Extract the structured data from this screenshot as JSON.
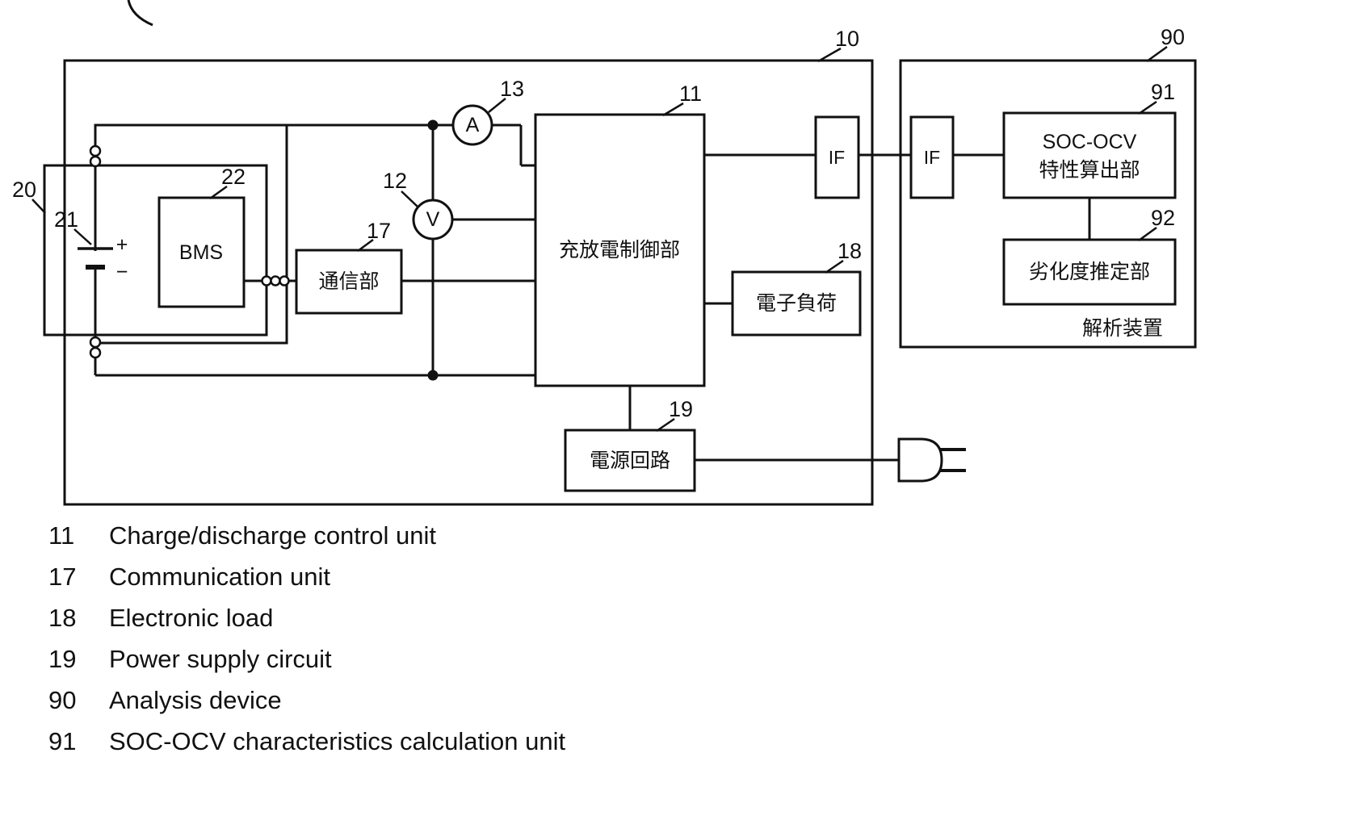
{
  "figure": {
    "refs": {
      "system": "10",
      "analysis_device": "90",
      "pack": "20",
      "battery": "21",
      "bms": "22",
      "comm": "17",
      "control": "11",
      "voltmeter": "12",
      "ammeter": "13",
      "load": "18",
      "power": "19",
      "soc_ocv": "91",
      "degradation": "92"
    },
    "labels": {
      "bms": "BMS",
      "comm": "通信部",
      "control": "充放電制御部",
      "load": "電子負荷",
      "power": "電源回路",
      "if_left": "IF",
      "if_right": "IF",
      "soc_ocv_line1": "SOC-OCV",
      "soc_ocv_line2": "特性算出部",
      "degradation": "劣化度推定部",
      "analysis_device": "解析装置",
      "ammeter": "A",
      "voltmeter": "V",
      "plus": "+",
      "minus": "−"
    }
  },
  "legend": {
    "items": [
      {
        "num": "11",
        "text": "Charge/discharge control unit"
      },
      {
        "num": "17",
        "text": "Communication unit"
      },
      {
        "num": "18",
        "text": "Electronic load"
      },
      {
        "num": "19",
        "text": "Power supply circuit"
      },
      {
        "num": "90",
        "text": "Analysis device"
      },
      {
        "num": "91",
        "text": "SOC-OCV characteristics calculation unit"
      }
    ]
  },
  "colors": {
    "line": "#111111",
    "background": "#ffffff"
  }
}
